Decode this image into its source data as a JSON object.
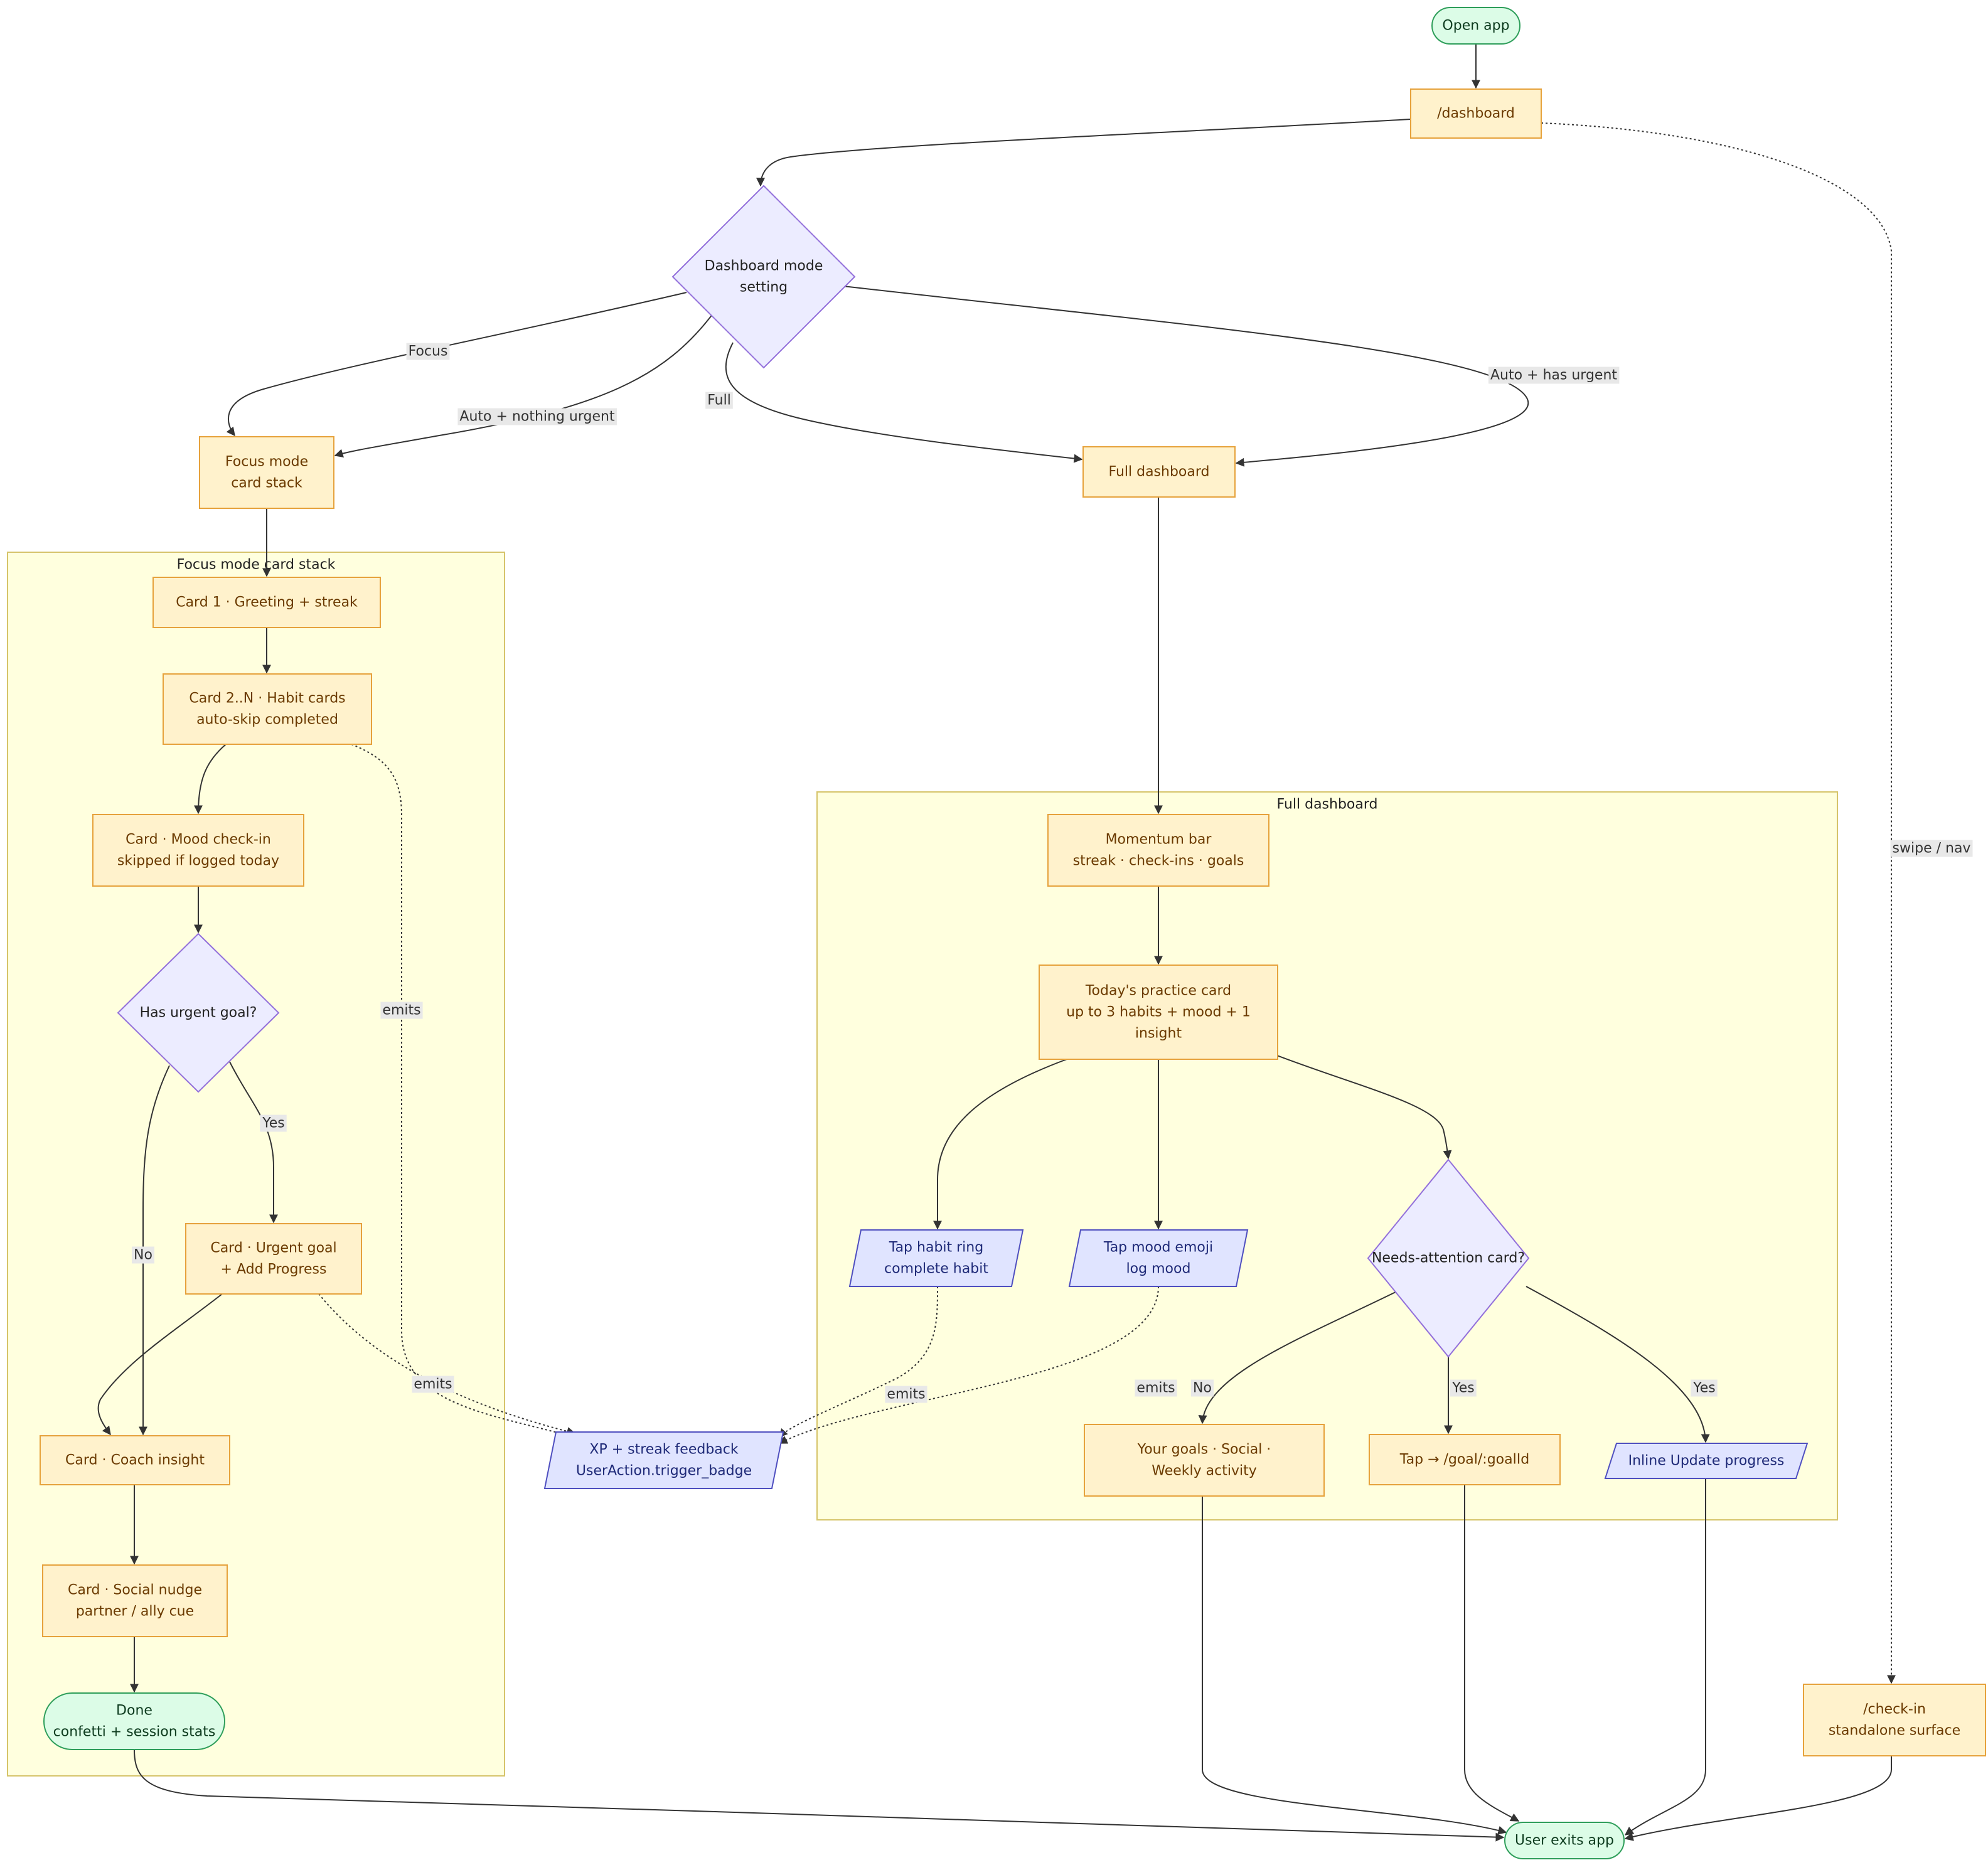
{
  "colors": {
    "process_fill": "#fff2cc",
    "process_stroke": "#e6a23c",
    "process_text": "#6b3a00",
    "terminal_fill": "#dcfce7",
    "terminal_stroke": "#2e9e5a",
    "terminal_text": "#0d3b1e",
    "decision_fill": "#ececff",
    "decision_stroke": "#9370db",
    "decision_text": "#222222",
    "io_fill": "#e0e4ff",
    "io_stroke": "#4f4fc0",
    "io_text": "#1f2a78",
    "group_fill": "#ffffde",
    "group_stroke": "#d6c46a",
    "edge": "#333333",
    "label_bg": "#e8e8e8"
  },
  "groups": [
    {
      "id": "focus_group",
      "title": "Focus mode card stack"
    },
    {
      "id": "full_group",
      "title": "Full dashboard"
    }
  ],
  "nodes": [
    {
      "id": "open",
      "kind": "terminal",
      "lines": [
        "Open app"
      ]
    },
    {
      "id": "dash",
      "kind": "process",
      "lines": [
        "/dashboard"
      ]
    },
    {
      "id": "mode",
      "kind": "decision",
      "lines": [
        "Dashboard mode",
        "setting"
      ]
    },
    {
      "id": "focus",
      "kind": "process",
      "lines": [
        "Focus mode",
        "card stack"
      ]
    },
    {
      "id": "full",
      "kind": "process",
      "lines": [
        "Full dashboard"
      ]
    },
    {
      "id": "c1",
      "kind": "process",
      "lines": [
        "Card 1 · Greeting + streak"
      ]
    },
    {
      "id": "c2",
      "kind": "process",
      "lines": [
        "Card 2..N · Habit cards",
        "auto-skip completed"
      ]
    },
    {
      "id": "mood",
      "kind": "process",
      "lines": [
        "Card · Mood check-in",
        "skipped if logged today"
      ]
    },
    {
      "id": "urgentq",
      "kind": "decision",
      "lines": [
        "Has urgent goal?"
      ]
    },
    {
      "id": "urgent",
      "kind": "process",
      "lines": [
        "Card · Urgent goal",
        "+ Add Progress"
      ]
    },
    {
      "id": "coach",
      "kind": "process",
      "lines": [
        "Card · Coach insight"
      ]
    },
    {
      "id": "social",
      "kind": "process",
      "lines": [
        "Card · Social nudge",
        "partner / ally cue"
      ]
    },
    {
      "id": "done",
      "kind": "terminal",
      "lines": [
        "Done",
        "confetti + session stats"
      ]
    },
    {
      "id": "xp",
      "kind": "io",
      "lines": [
        "XP + streak feedback",
        "UserAction.trigger_badge"
      ]
    },
    {
      "id": "momentum",
      "kind": "process",
      "lines": [
        "Momentum bar",
        "streak · check-ins · goals"
      ]
    },
    {
      "id": "practice",
      "kind": "process",
      "lines": [
        "Today's practice card",
        "up to 3 habits + mood + 1",
        "insight"
      ]
    },
    {
      "id": "taphabit",
      "kind": "io",
      "lines": [
        "Tap habit ring",
        "complete habit"
      ]
    },
    {
      "id": "tapmood",
      "kind": "io",
      "lines": [
        "Tap mood emoji",
        "log mood"
      ]
    },
    {
      "id": "needs",
      "kind": "decision",
      "lines": [
        "Needs-attention card?"
      ]
    },
    {
      "id": "goals",
      "kind": "process",
      "lines": [
        "Your goals · Social ·",
        "Weekly activity"
      ]
    },
    {
      "id": "tapgoal",
      "kind": "process",
      "lines": [
        "Tap → /goal/:goalId"
      ]
    },
    {
      "id": "inline",
      "kind": "io",
      "lines": [
        "Inline Update progress"
      ]
    },
    {
      "id": "checkin",
      "kind": "process",
      "lines": [
        "/check-in",
        "standalone surface"
      ]
    },
    {
      "id": "exit",
      "kind": "terminal",
      "lines": [
        "User exits app"
      ]
    }
  ],
  "edges": [
    {
      "id": "e_open_dash",
      "from": "open",
      "to": "dash",
      "label": "",
      "style": "solid"
    },
    {
      "id": "e_dash_mode",
      "from": "dash",
      "to": "mode",
      "label": "",
      "style": "solid"
    },
    {
      "id": "e_dash_checkin",
      "from": "dash",
      "to": "checkin",
      "label": "swipe / nav",
      "style": "dotted"
    },
    {
      "id": "e_mode_focus",
      "from": "mode",
      "to": "focus",
      "label": "Focus",
      "style": "solid"
    },
    {
      "id": "e_mode_focus_auto",
      "from": "mode",
      "to": "focus",
      "label": "Auto + nothing urgent",
      "style": "solid"
    },
    {
      "id": "e_mode_full",
      "from": "mode",
      "to": "full",
      "label": "Full",
      "style": "solid"
    },
    {
      "id": "e_mode_full_auto",
      "from": "mode",
      "to": "full",
      "label": "Auto + has urgent",
      "style": "solid"
    },
    {
      "id": "e_focus_c1",
      "from": "focus",
      "to": "c1",
      "label": "",
      "style": "solid"
    },
    {
      "id": "e_c1_c2",
      "from": "c1",
      "to": "c2",
      "label": "",
      "style": "solid"
    },
    {
      "id": "e_c2_mood",
      "from": "c2",
      "to": "mood",
      "label": "",
      "style": "solid"
    },
    {
      "id": "e_c2_xp",
      "from": "c2",
      "to": "xp",
      "label": "emits",
      "style": "dotted"
    },
    {
      "id": "e_mood_urgentq",
      "from": "mood",
      "to": "urgentq",
      "label": "",
      "style": "solid"
    },
    {
      "id": "e_urgentq_urgent",
      "from": "urgentq",
      "to": "urgent",
      "label": "Yes",
      "style": "solid"
    },
    {
      "id": "e_urgentq_coach",
      "from": "urgentq",
      "to": "coach",
      "label": "No",
      "style": "solid"
    },
    {
      "id": "e_urgent_coach",
      "from": "urgent",
      "to": "coach",
      "label": "",
      "style": "solid"
    },
    {
      "id": "e_urgent_xp",
      "from": "urgent",
      "to": "xp",
      "label": "emits",
      "style": "dotted"
    },
    {
      "id": "e_coach_social",
      "from": "coach",
      "to": "social",
      "label": "",
      "style": "solid"
    },
    {
      "id": "e_social_done",
      "from": "social",
      "to": "done",
      "label": "",
      "style": "solid"
    },
    {
      "id": "e_done_exit",
      "from": "done",
      "to": "exit",
      "label": "",
      "style": "solid"
    },
    {
      "id": "e_full_momentum",
      "from": "full",
      "to": "momentum",
      "label": "",
      "style": "solid"
    },
    {
      "id": "e_momentum_practice",
      "from": "momentum",
      "to": "practice",
      "label": "",
      "style": "solid"
    },
    {
      "id": "e_practice_taphabit",
      "from": "practice",
      "to": "taphabit",
      "label": "",
      "style": "solid"
    },
    {
      "id": "e_practice_tapmood",
      "from": "practice",
      "to": "tapmood",
      "label": "",
      "style": "solid"
    },
    {
      "id": "e_practice_needs",
      "from": "practice",
      "to": "needs",
      "label": "",
      "style": "solid"
    },
    {
      "id": "e_taphabit_xp",
      "from": "taphabit",
      "to": "xp",
      "label": "emits",
      "style": "dotted"
    },
    {
      "id": "e_tapmood_xp",
      "from": "tapmood",
      "to": "xp",
      "label": "emits",
      "style": "dotted"
    },
    {
      "id": "e_needs_goals",
      "from": "needs",
      "to": "goals",
      "label": "No",
      "style": "solid"
    },
    {
      "id": "e_needs_tapgoal",
      "from": "needs",
      "to": "tapgoal",
      "label": "Yes",
      "style": "solid"
    },
    {
      "id": "e_needs_inline",
      "from": "needs",
      "to": "inline",
      "label": "Yes",
      "style": "solid"
    },
    {
      "id": "e_goals_exit",
      "from": "goals",
      "to": "exit",
      "label": "",
      "style": "solid"
    },
    {
      "id": "e_tapgoal_exit",
      "from": "tapgoal",
      "to": "exit",
      "label": "",
      "style": "solid"
    },
    {
      "id": "e_inline_exit",
      "from": "inline",
      "to": "exit",
      "label": "",
      "style": "solid"
    },
    {
      "id": "e_checkin_exit",
      "from": "checkin",
      "to": "exit",
      "label": "",
      "style": "solid"
    }
  ]
}
